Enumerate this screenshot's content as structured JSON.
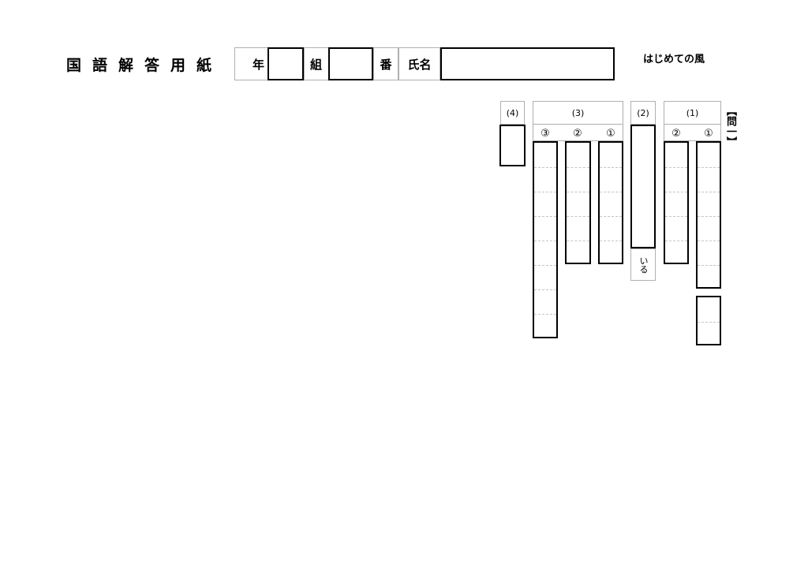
{
  "header": {
    "title": "国語解答用紙",
    "nen_label": "年",
    "kumi_label": "組",
    "ban_label": "番",
    "name_label": "氏名",
    "subtitle": "はじめての風"
  },
  "question": {
    "label": "【問一】",
    "parts": [
      {
        "label": "(1)",
        "subs": [
          "①",
          "②"
        ]
      },
      {
        "label": "(2)",
        "suffix": "いる"
      },
      {
        "label": "(3)",
        "subs": [
          "①",
          "②",
          "③"
        ]
      },
      {
        "label": "(4)"
      }
    ]
  }
}
